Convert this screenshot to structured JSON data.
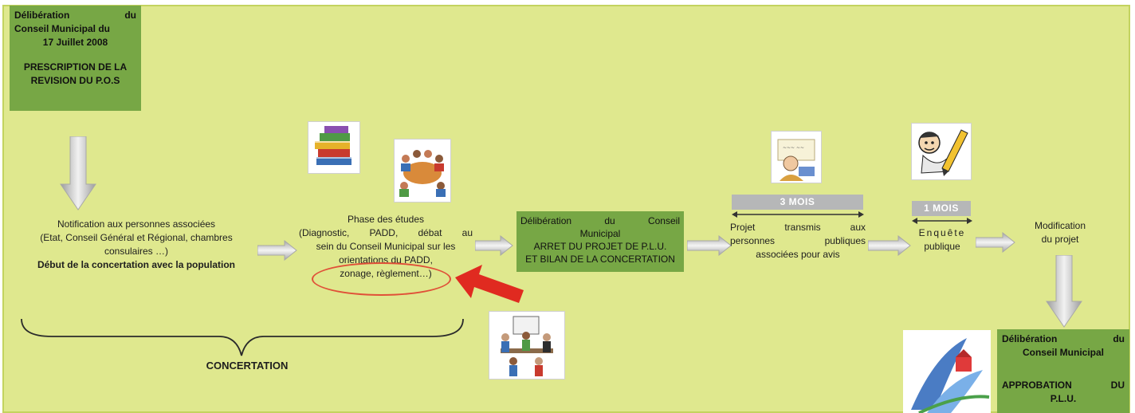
{
  "top_left_box": {
    "line1_left": "Délibération",
    "line1_right": "du",
    "line2": "Conseil Municipal du",
    "line3": "17 Juillet 2008",
    "line4": "PRESCRIPTION DE LA",
    "line5": "REVISION DU P.O.S"
  },
  "notification": {
    "line1": "Notification aux personnes associées",
    "line2": "(Etat, Conseil Général et Régional, chambres",
    "line3": "consulaires …)",
    "line4": "Début de la concertation avec la population"
  },
  "etudes": {
    "line1": "Phase des études",
    "line2": "(Diagnostic, PADD, débat au",
    "line3": "sein du Conseil Municipal sur les",
    "line4": "orientations du PADD,",
    "line5": "zonage, règlement…)"
  },
  "arret_box": {
    "line1_a": "Délibération",
    "line1_b": "du",
    "line1_c": "Conseil",
    "line2": "Municipal",
    "line3": "ARRET DU PROJET DE P.L.U.",
    "line4": "ET BILAN DE LA CONCERTATION"
  },
  "three_months": {
    "label": "3 MOIS",
    "line1": "Projet transmis aux",
    "line2": "personnes publiques",
    "line3": "associées pour avis"
  },
  "one_month": {
    "label": "1 MOIS",
    "line1": "Enquête",
    "line2": "publique"
  },
  "modification": {
    "line1": "Modification",
    "line2": "du projet"
  },
  "final_box": {
    "line1_left": "Délibération",
    "line1_right": "du",
    "line2": "Conseil Municipal",
    "line3_left": "APPROBATION",
    "line3_right": "DU",
    "line4": "P.L.U."
  },
  "concertation_label": "CONCERTATION",
  "colors": {
    "background": "#dfe88e",
    "green_box": "#77a745",
    "arrow_grey": "#bdbdbd",
    "highlight_red": "#e03020"
  },
  "icons": [
    "books-icon",
    "meeting-icon",
    "reading-person-icon",
    "writing-pencil-icon",
    "team-meeting-icon",
    "town-logo-icon"
  ]
}
